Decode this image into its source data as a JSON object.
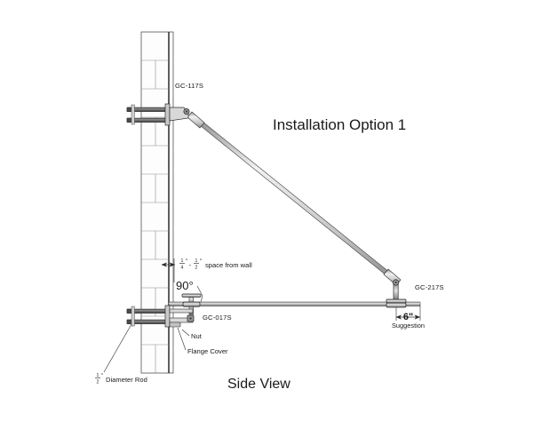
{
  "drawing": {
    "title_main": "Installation Option 1",
    "title_view": "Side View",
    "background_color": "#ffffff",
    "line_color": "#2b2b2b",
    "wall_fill": "#fdfdfd",
    "metal_fill": "#b8b8b8",
    "metal_dark": "#6e6e6e"
  },
  "labels": {
    "upper_bracket_part": "GC-117S",
    "corner_fitting_part": "GC-017S",
    "outer_fitting_part": "GC-217S",
    "nut": "Nut",
    "flange_cover": "Flange Cover",
    "angle": "90°",
    "dimension_6in": "6\"",
    "suggestion": "Suggestion"
  },
  "dimensions": {
    "space_from_wall": {
      "min_num": "1",
      "min_den": "4",
      "max_num": "1",
      "max_den": "2",
      "inch_mark": "\"",
      "dash": "-",
      "note": "space from wall"
    },
    "rod_diameter": {
      "num": "1",
      "den": "2",
      "inch_mark": "\"",
      "note": "Diameter Rod"
    }
  },
  "components": [
    {
      "name": "wall",
      "type": "masonry-block-wall",
      "orientation": "vertical"
    },
    {
      "name": "upper-bracket",
      "part": "GC-117S",
      "rods": 2
    },
    {
      "name": "lower-bracket",
      "part": "GC-017S",
      "rods": 2
    },
    {
      "name": "diagonal-brace-rod",
      "part": "GC-217S"
    },
    {
      "name": "horizontal-rod",
      "diameter": "1/2\""
    }
  ]
}
